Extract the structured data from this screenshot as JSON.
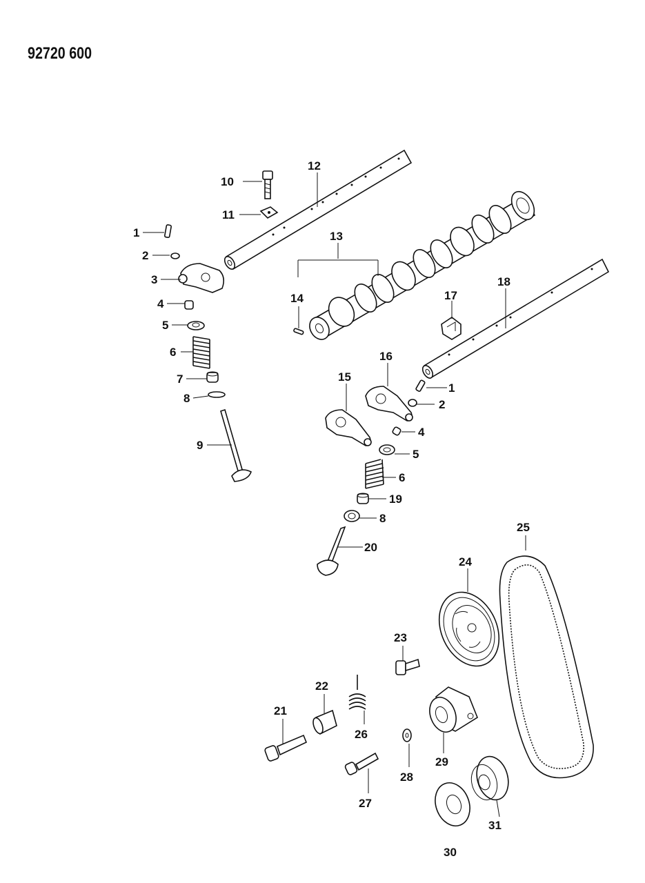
{
  "document_code": "92720 600",
  "labels": {
    "l1a": "1",
    "l2a": "2",
    "l3": "3",
    "l4a": "4",
    "l5a": "5",
    "l6a": "6",
    "l7": "7",
    "l8a": "8",
    "l9": "9",
    "l10": "10",
    "l11": "11",
    "l12": "12",
    "l13": "13",
    "l14": "14",
    "l15": "15",
    "l16": "16",
    "l17": "17",
    "l18": "18",
    "l1b": "1",
    "l2b": "2",
    "l4b": "4",
    "l5b": "5",
    "l6b": "6",
    "l19": "19",
    "l8b": "8",
    "l20": "20",
    "l21": "21",
    "l22": "22",
    "l23": "23",
    "l24": "24",
    "l25": "25",
    "l26": "26",
    "l27": "27",
    "l28": "28",
    "l29": "29",
    "l30": "30",
    "l31": "31"
  }
}
